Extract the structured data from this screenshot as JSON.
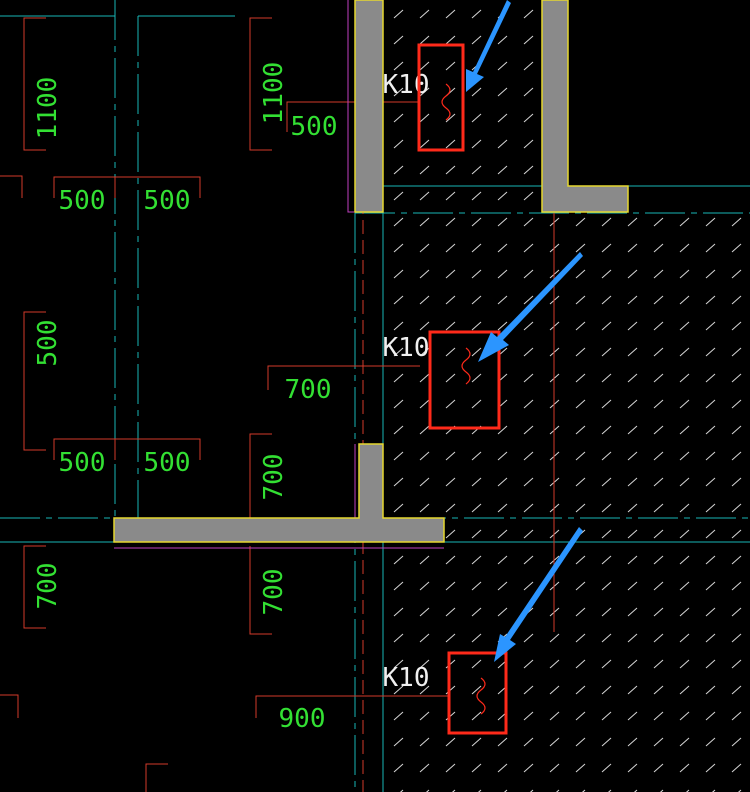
{
  "drawing": {
    "background": "#000000",
    "colors": {
      "axis_line": "#19b6b6",
      "dimension_line": "#d23a2a",
      "dimension_text": "#33e033",
      "wall_fill": "#8a8a8a",
      "wall_outline": "#e6d830",
      "slab_outline": "#c040c0",
      "highlight_box": "#ff2a1a",
      "arrow": "#2b95ff",
      "hatch": "#d8d8d8",
      "label": "#f0f0f0",
      "break_mark": "#ff2a1a"
    },
    "dimensions": {
      "left_top_vertical": "1100",
      "mid_top_vertical": "1100",
      "mid_top_horizontal": "500",
      "left_pair_upper_a": "500",
      "left_pair_upper_b": "500",
      "left_mid_vertical": "500",
      "mid_horizontal_700": "700",
      "left_pair_lower_a": "500",
      "left_pair_lower_b": "500",
      "mid_vertical_700_upper": "700",
      "left_bottom_vertical": "700",
      "mid_vertical_700_lower": "700",
      "bottom_horizontal_900": "900"
    },
    "labels": {
      "k10_top": "K10",
      "k10_mid": "K10",
      "k10_bottom": "K10"
    },
    "icons": {
      "arrow": "arrow-pointer-icon",
      "break_mark": "break-line-icon"
    }
  }
}
